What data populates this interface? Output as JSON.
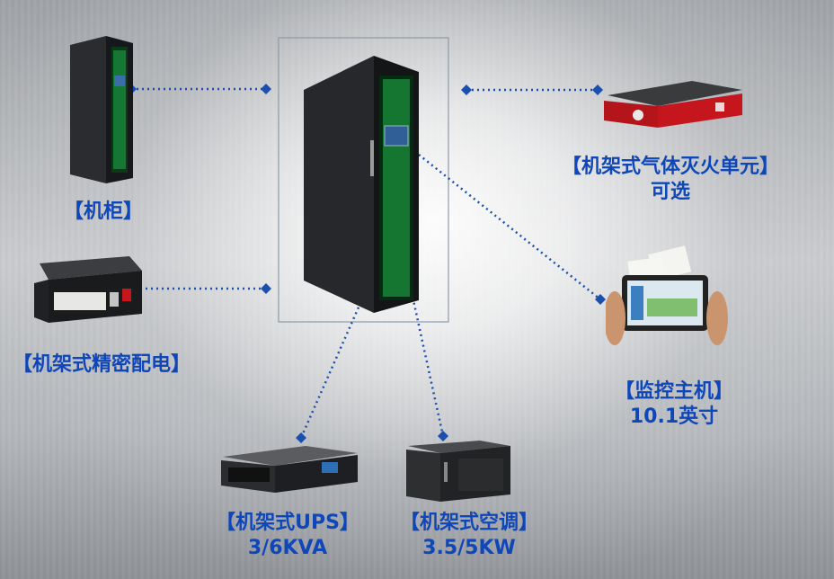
{
  "center": {
    "name": "cabinet-center"
  },
  "nodes": {
    "cabinet": {
      "label": "【机柜】"
    },
    "pdu": {
      "label": "【机架式精密配电】"
    },
    "fire": {
      "label": "【机架式气体灭火单元】",
      "sub": "可选"
    },
    "monitor": {
      "label": "【监控主机】",
      "sub": "10.1英寸"
    },
    "ups": {
      "label": "【机架式UPS】",
      "sub": "3/6KVA"
    },
    "ac": {
      "label": "【机架式空调】",
      "sub": "3.5/5KW"
    }
  },
  "colors": {
    "accent": "#0f47b8",
    "link": "#1a4fae",
    "cabinet": "#1d1f22",
    "glow": "#2fd35a",
    "fire_unit": "#c4161c"
  }
}
